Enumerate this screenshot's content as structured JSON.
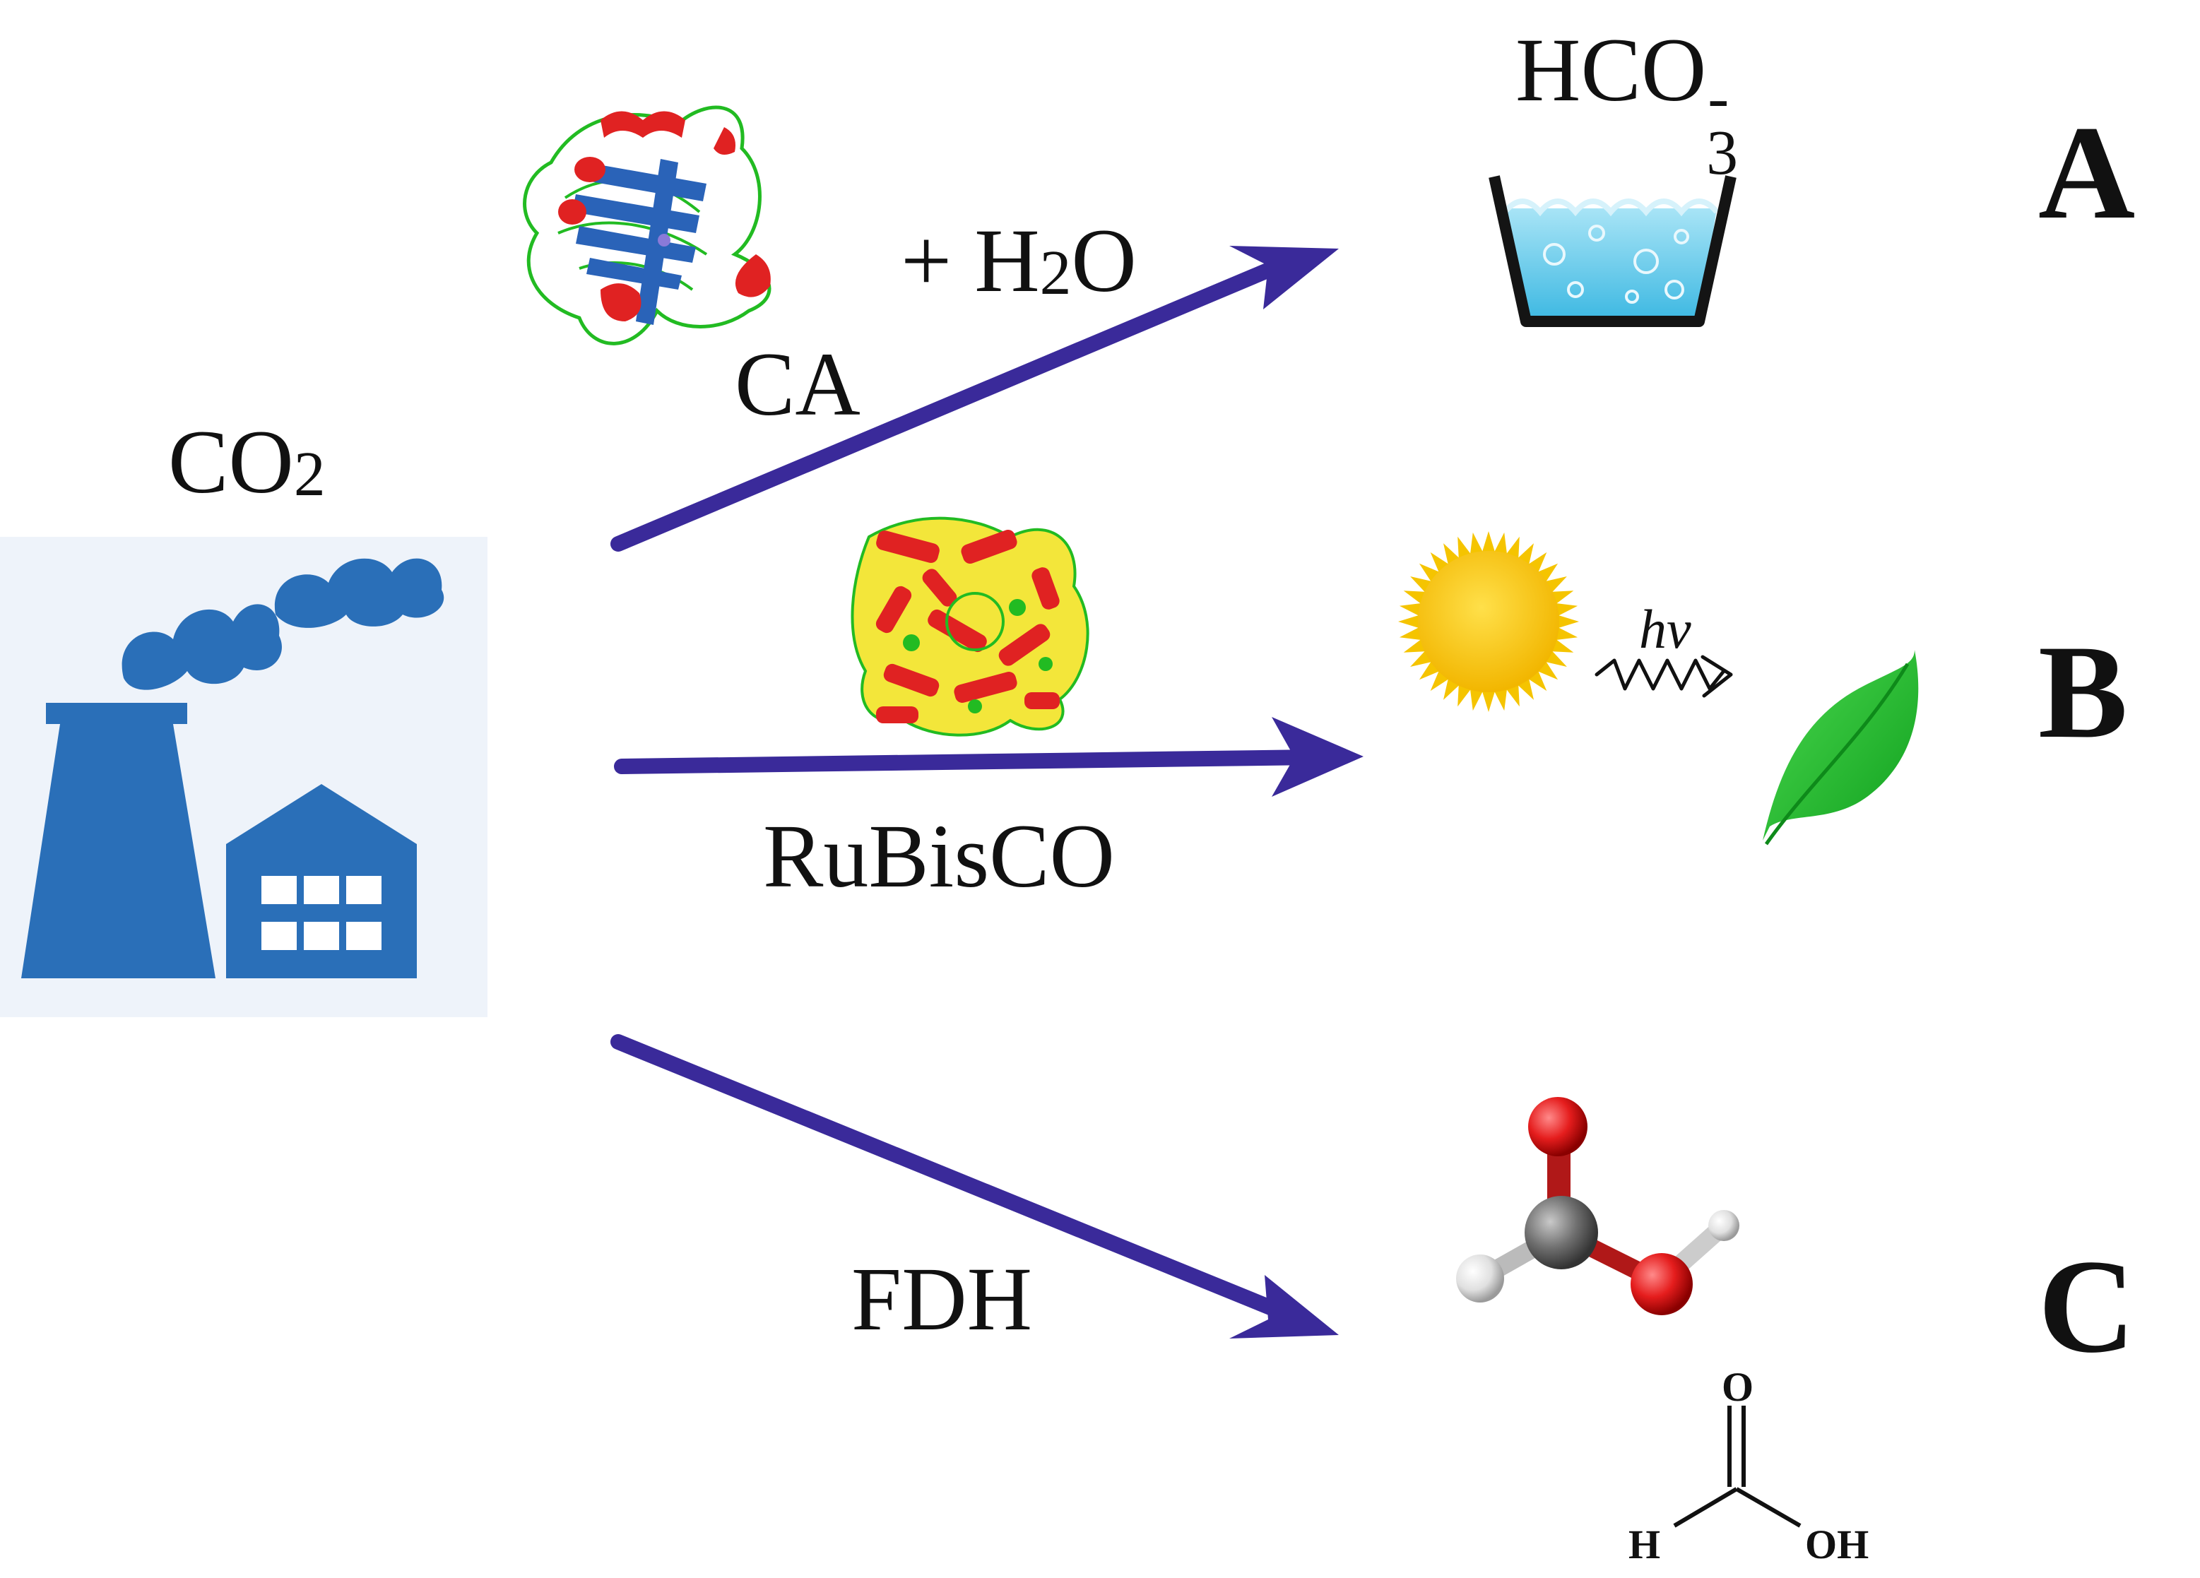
{
  "labels": {
    "co2_main": "CO",
    "co2_sub": "2",
    "water_main": "+ H",
    "water_sub": "2",
    "water_tail": "O",
    "ca": "CA",
    "rubisco": "RuBisCO",
    "fdh": "FDH",
    "hco3_main": "HCO",
    "hco3_sub": "3",
    "hco3_sup": "-",
    "hv": "hν"
  },
  "panels": [
    "A",
    "B",
    "C"
  ],
  "formic_acid_atoms": {
    "o_top": "O",
    "h_left": "H",
    "oh_right": "OH"
  },
  "colors": {
    "arrow": "#3a2a9a",
    "factory": "#2a6fb8",
    "sun": "#f5c400",
    "leaf": "#22b52e",
    "water": "#5cc8e8",
    "helix": "#e02222",
    "sheet": "#2a63b8",
    "coil": "#22bb22",
    "oxygen_atom": "#e51d1d",
    "carbon_atom": "#707070",
    "hydrogen_atom": "#e6e6e6"
  }
}
